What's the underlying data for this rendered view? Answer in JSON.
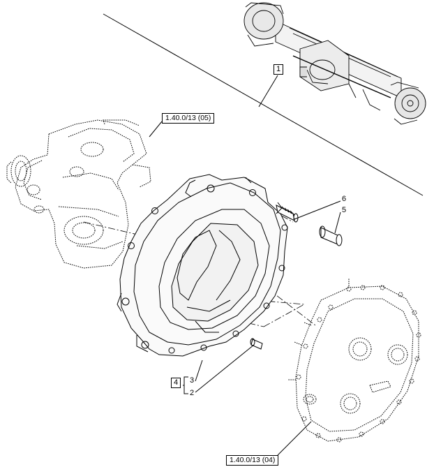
{
  "callouts": {
    "assembly": "1",
    "item_2": "2",
    "item_3": "3",
    "item_4": "4",
    "item_5": "5",
    "item_6": "6"
  },
  "references": {
    "top_left": "1.40.0/13 (05)",
    "bottom": "1.40.0/13 (04)"
  }
}
